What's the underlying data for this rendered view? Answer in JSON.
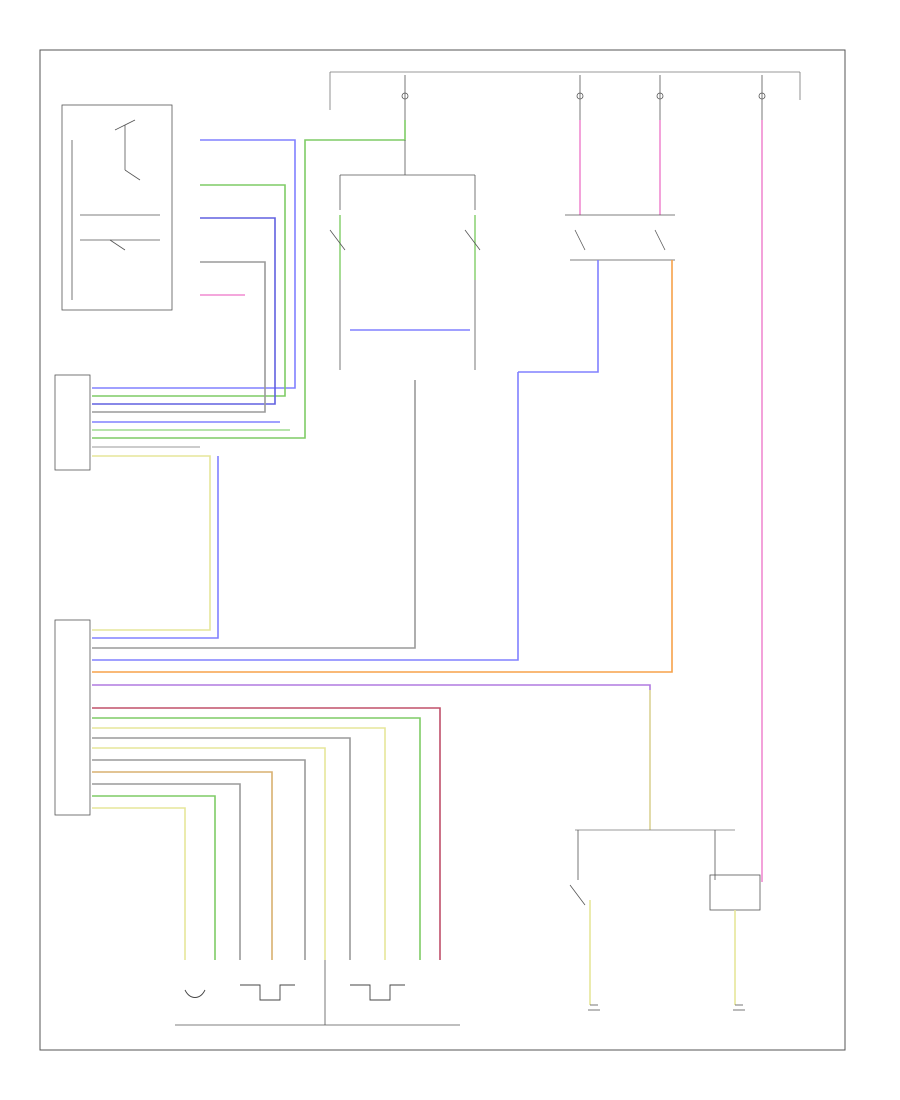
{
  "diagram": {
    "footer_code": "",
    "fuses": [
      {
        "label": "",
        "sub": "",
        "id": "fuse-1"
      },
      {
        "label": "",
        "sub": "",
        "id": "fuse-2"
      },
      {
        "label": "",
        "sub": "",
        "id": "fuse-3"
      },
      {
        "label": "",
        "sub": "",
        "id": "fuse-4"
      }
    ],
    "components": {
      "cruise_switch": "",
      "cruise_module": "",
      "engine_module": "",
      "brake_switch": "",
      "clutch_switch_1": "",
      "clutch_switch_2": "",
      "sensor": ""
    },
    "colors": {
      "blue": "#8080ff",
      "green": "#7fcc66",
      "pink": "#f08ad0",
      "orange": "#f7a24a",
      "yellow": "#e6e69a",
      "red": "#c0506a",
      "gray": "#9a9a9a",
      "violet": "#b07ae0",
      "tan": "#d8b070"
    }
  }
}
